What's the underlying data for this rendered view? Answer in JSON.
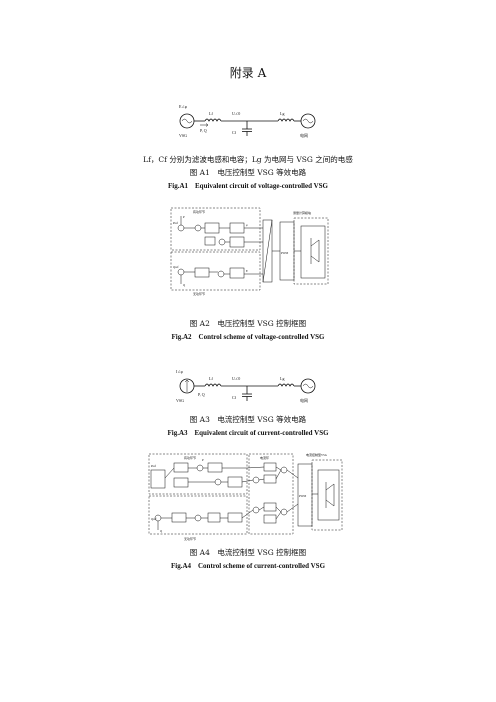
{
  "title": "附录 A",
  "fig1": {
    "labels": {
      "source": "E∠φ",
      "source_name": "VSG",
      "power": "P, Q",
      "lf": "Lf",
      "u": "U∠0",
      "cf": "Cf",
      "lg": "Lg",
      "grid": "电网"
    },
    "note": "Lf，Cf 分别为滤波电感和电容；Lg 为电网与 VSG 之间的电感",
    "caption_cn": "图 A1　电压控制型 VSG 等效电路",
    "caption_en": "Fig.A1　Equivalent circuit of voltage-controlled VSG"
  },
  "fig2": {
    "labels": {
      "upper_loop": "有功环节",
      "lower_loop": "无功环节",
      "sensors": "测量计算模块",
      "pwm": "PWM",
      "pref": "Pref",
      "qref": "Qref",
      "p": "P",
      "q": "Q",
      "e": "E",
      "phi": "φ"
    },
    "caption_cn": "图 A2　电压控制型 VSG 控制框图",
    "caption_en": "Fig.A2　Control scheme of voltage-controlled VSG"
  },
  "fig3": {
    "labels": {
      "source": "I∠φ",
      "source_name": "VSG",
      "power": "P, Q",
      "lf": "Lf",
      "u": "U∠0",
      "cf": "Cf",
      "lg": "Lg",
      "grid": "电网"
    },
    "caption_cn": "图 A3　电流控制型 VSG 等效电路",
    "caption_en": "Fig.A3　Equivalent circuit of current-controlled VSG"
  },
  "fig4": {
    "labels": {
      "upper_loop": "有功环节",
      "lower_loop": "无功环节",
      "current_loop": "电流环",
      "sensors": "电流控制型VSG",
      "pwm": "PWM",
      "pref": "Pref",
      "qref": "Qref",
      "p": "P",
      "q": "Q"
    },
    "caption_cn": "图 A4　电流控制型 VSG 控制框图",
    "caption_en": "Fig.A4　Control scheme of current-controlled VSG"
  }
}
